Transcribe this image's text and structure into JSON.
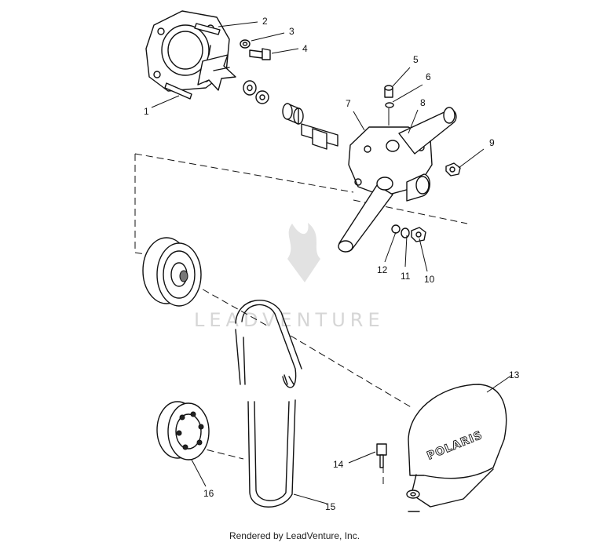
{
  "callouts": [
    {
      "id": "1",
      "text": "1"
    },
    {
      "id": "2",
      "text": "2"
    },
    {
      "id": "3",
      "text": "3"
    },
    {
      "id": "4",
      "text": "4"
    },
    {
      "id": "5",
      "text": "5"
    },
    {
      "id": "6",
      "text": "6"
    },
    {
      "id": "7",
      "text": "7"
    },
    {
      "id": "8",
      "text": "8"
    },
    {
      "id": "9",
      "text": "9"
    },
    {
      "id": "10",
      "text": "10"
    },
    {
      "id": "11",
      "text": "11"
    },
    {
      "id": "12",
      "text": "12"
    },
    {
      "id": "13",
      "text": "13"
    },
    {
      "id": "14",
      "text": "14"
    },
    {
      "id": "15",
      "text": "15"
    },
    {
      "id": "16",
      "text": "16"
    }
  ],
  "cover_brand_text": "POLARIS",
  "watermark_text": "LEADVENTURE",
  "footer_text": "Rendered by LeadVenture, Inc."
}
